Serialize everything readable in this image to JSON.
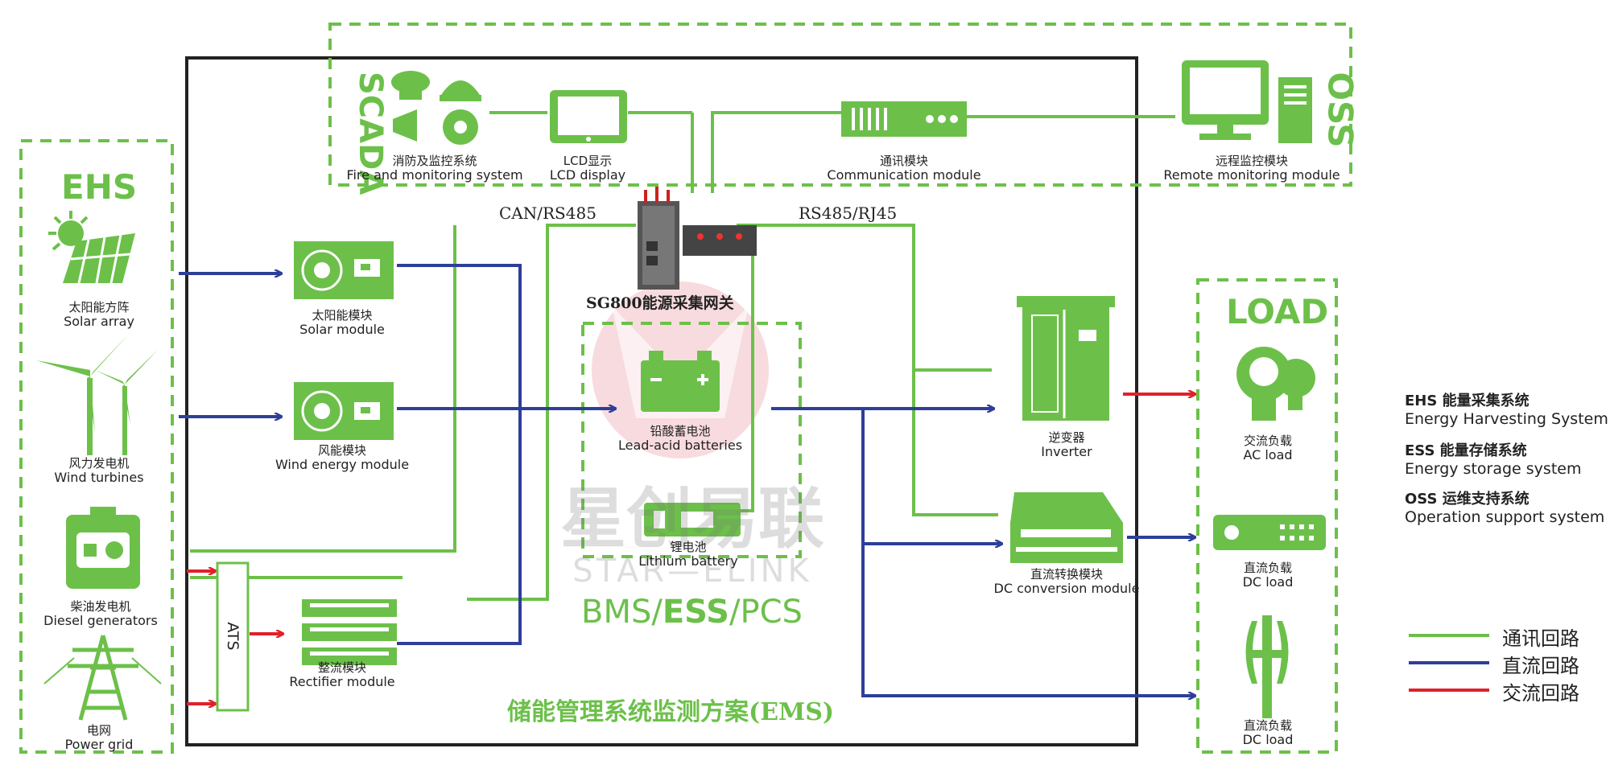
{
  "groups": {
    "ehs": "EHS",
    "load": "LOAD",
    "scada": "SCADA",
    "oss": "OSS",
    "bms": "BMS/ESS/PCS",
    "bms_pre": "BMS/",
    "bms_mid": "ESS",
    "bms_post": "/PCS",
    "ems": "储能管理系统监测方案(EMS)"
  },
  "gateway": "SG800能源采集网关",
  "buses": {
    "left": "CAN/RS485",
    "right": "RS485/RJ45"
  },
  "ats": "ATS",
  "watermark": {
    "cn": "星创易联",
    "en": "STAR—ELINK"
  },
  "nodes": {
    "solar_array": {
      "cn": "太阳能方阵",
      "en": "Solar array"
    },
    "wind_turbines": {
      "cn": "风力发电机",
      "en": "Wind turbines"
    },
    "diesel": {
      "cn": "柴油发电机",
      "en": "Diesel generators"
    },
    "power_grid": {
      "cn": "电网",
      "en": "Power grid"
    },
    "solar_module": {
      "cn": "太阳能模块",
      "en": "Solar module"
    },
    "wind_module": {
      "cn": "风能模块",
      "en": "Wind energy module"
    },
    "rectifier": {
      "cn": "整流模块",
      "en": "Rectifier module"
    },
    "fire": {
      "cn": "消防及监控系统",
      "en": "Fire and monitoring system"
    },
    "lcd": {
      "cn": "LCD显示",
      "en": "LCD display"
    },
    "comm": {
      "cn": "通讯模块",
      "en": "Communication module"
    },
    "remote": {
      "cn": "远程监控模块",
      "en": "Remote monitoring module"
    },
    "lead_acid": {
      "cn": "铅酸蓄电池",
      "en": "Lead-acid batteries"
    },
    "lithium": {
      "cn": "锂电池",
      "en": "Lithium battery"
    },
    "inverter": {
      "cn": "逆变器",
      "en": "Inverter"
    },
    "dc_conv": {
      "cn": "直流转换模块",
      "en": "DC conversion module"
    },
    "ac_load": {
      "cn": "交流负载",
      "en": "AC load"
    },
    "dc_load1": {
      "cn": "直流负载",
      "en": "DC load"
    },
    "dc_load2": {
      "cn": "直流负载",
      "en": "DC load"
    }
  },
  "legend": [
    {
      "abbr": "EHS 能量采集系统",
      "full": "Energy Harvesting System"
    },
    {
      "abbr": "ESS 能量存储系统",
      "full": "Energy storage system"
    },
    {
      "abbr": "OSS 运维支持系统",
      "full": "Operation support system"
    }
  ],
  "line_key": [
    {
      "label": "通讯回路",
      "color": "#6cc04a"
    },
    {
      "label": "直流回路",
      "color": "#2e3f98"
    },
    {
      "label": "交流回路",
      "color": "#e0202a"
    }
  ],
  "colors": {
    "green": "#6cc04a",
    "blue": "#2e3f98",
    "red": "#e0202a",
    "frame": "#222222"
  }
}
